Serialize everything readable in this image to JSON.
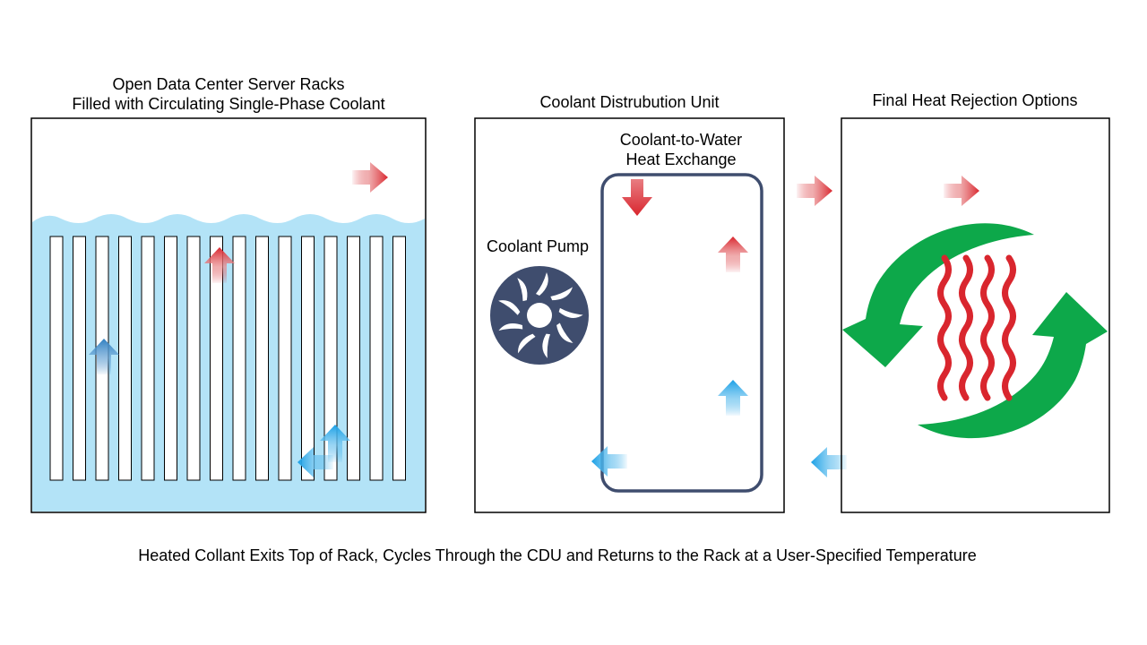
{
  "panels": {
    "racks": {
      "title_line1": "Open Data Center Server Racks",
      "title_line2": "Filled with Circulating Single-Phase Coolant"
    },
    "cdu": {
      "title": "Coolant Distrubution Unit",
      "exchanger_line1": "Coolant-to-Water",
      "exchanger_line2": "Heat Exchange",
      "pump_label": "Coolant Pump"
    },
    "rejection": {
      "title": "Final Heat Rejection Options"
    }
  },
  "caption": "Heated Collant Exits Top of Rack, Cycles Through the CDU and Returns to the Rack at a User-Specified Temperature",
  "colors": {
    "coolant": "#b3e3f7",
    "hot": "#d9262e",
    "cold": "#1aa0e6",
    "cold_dark": "#2f7fc0",
    "exchanger": "#3f4d6e",
    "recycle": "#0da84a",
    "heat_waves": "#d9262e"
  },
  "icons": [
    "fan-icon",
    "recycle-arrows-icon",
    "heat-waves-icon",
    "flow-arrow-icon"
  ]
}
